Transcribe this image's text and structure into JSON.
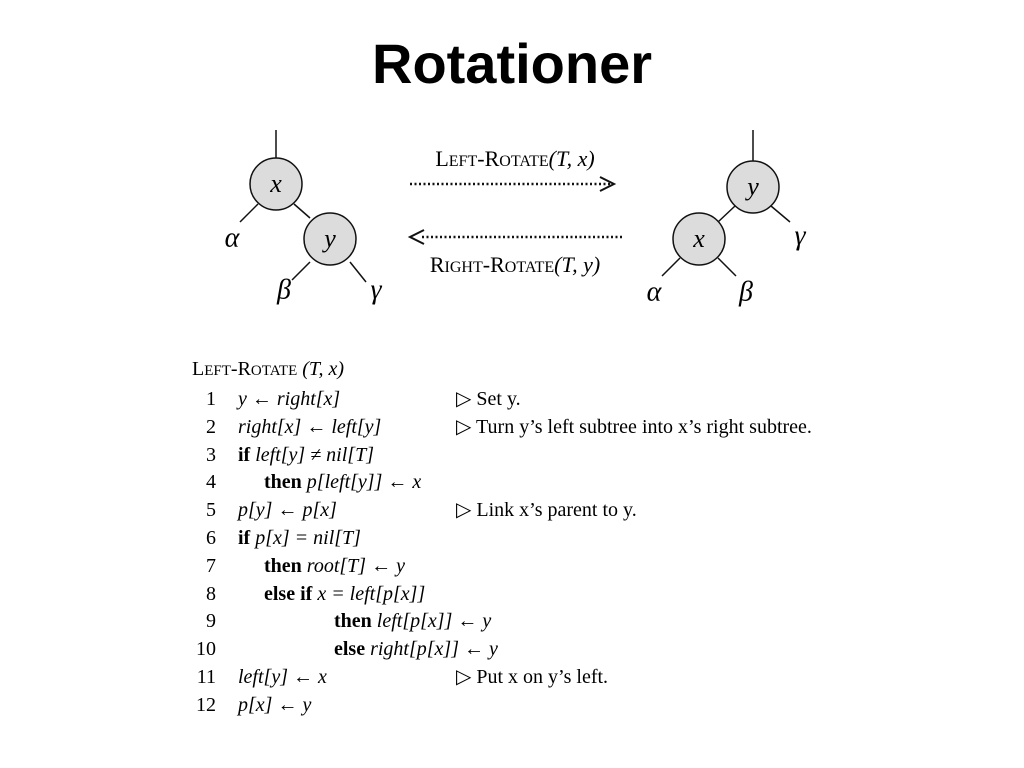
{
  "title": "Rotationer",
  "diagram": {
    "left_tree": {
      "root": "x",
      "child": "y",
      "leaves": [
        "α",
        "β",
        "γ"
      ]
    },
    "right_tree": {
      "root": "y",
      "child": "x",
      "leaves": [
        "α",
        "β",
        "γ"
      ]
    },
    "left_rotate": {
      "name": "Left-Rotate",
      "args": "(T, x)"
    },
    "right_rotate": {
      "name": "Right-Rotate",
      "args": "(T, y)"
    }
  },
  "code": {
    "procedure": "Left-Rotate",
    "args": "(T, x)",
    "lines": [
      {
        "num": "1",
        "stmt": "y ← right[x]",
        "comment": "▷ Set y."
      },
      {
        "num": "2",
        "stmt": "right[x] ← left[y]",
        "comment": "▷ Turn y’s left subtree into x’s right subtree."
      },
      {
        "num": "3",
        "stmt": "if left[y] ≠ nil[T]",
        "comment": ""
      },
      {
        "num": "4",
        "stmt": "then p[left[y]] ← x",
        "comment": ""
      },
      {
        "num": "5",
        "stmt": "p[y] ← p[x]",
        "comment": "▷ Link x’s parent to y."
      },
      {
        "num": "6",
        "stmt": "if p[x] = nil[T]",
        "comment": ""
      },
      {
        "num": "7",
        "stmt": "then root[T] ← y",
        "comment": ""
      },
      {
        "num": "8",
        "stmt": "else if x = left[p[x]]",
        "comment": ""
      },
      {
        "num": "9",
        "stmt": "then left[p[x]] ← y",
        "comment": ""
      },
      {
        "num": "10",
        "stmt": "else right[p[x]] ← y",
        "comment": ""
      },
      {
        "num": "11",
        "stmt": "left[y] ← x",
        "comment": "▷ Put x on y’s left."
      },
      {
        "num": "12",
        "stmt": "p[x] ← y",
        "comment": ""
      }
    ]
  }
}
